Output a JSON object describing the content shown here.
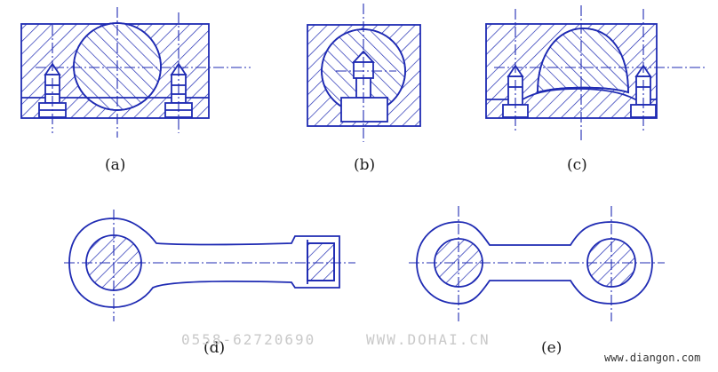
{
  "figures": [
    {
      "id": "a",
      "label": "(a)"
    },
    {
      "id": "b",
      "label": "(b)"
    },
    {
      "id": "c",
      "label": "(c)"
    },
    {
      "id": "d",
      "label": "(d)"
    },
    {
      "id": "e",
      "label": "(e)"
    }
  ],
  "watermark": {
    "phone": "0558-62720690",
    "site": "WWW.DOHAI.CN"
  },
  "footer": {
    "site": "www.diangon.com"
  },
  "colors": {
    "ink": "#1f2bb3",
    "label": "#1a1a1a",
    "watermark": "#c9c9c9"
  }
}
